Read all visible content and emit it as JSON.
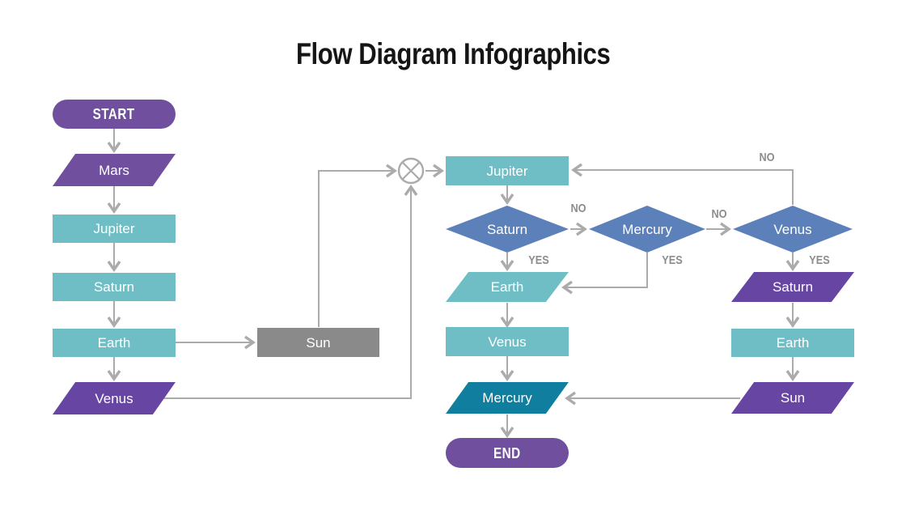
{
  "title": "Flow Diagram Infographics",
  "colors": {
    "purple": "#6F4F9E",
    "purple_deep": "#6746A3",
    "teal": "#6FBEC5",
    "slate": "#5C80BA",
    "darkteal": "#107E9E",
    "gray": "#8A8A8A",
    "line": "#ABABAB",
    "edge_label_text": "#8D8D8D",
    "title_text": "#151515",
    "node_text": "#FFFFFF"
  },
  "nodes": {
    "start": {
      "label": "START",
      "shape": "pill"
    },
    "mars": {
      "label": "Mars",
      "shape": "parallelogram"
    },
    "jupiter_left": {
      "label": "Jupiter",
      "shape": "rect"
    },
    "saturn_left": {
      "label": "Saturn",
      "shape": "rect"
    },
    "earth_left": {
      "label": "Earth",
      "shape": "rect"
    },
    "venus_left": {
      "label": "Venus",
      "shape": "parallelogram"
    },
    "sun_process": {
      "label": "Sun",
      "shape": "rect"
    },
    "jupiter_main": {
      "label": "Jupiter",
      "shape": "rect"
    },
    "saturn_decision": {
      "label": "Saturn",
      "shape": "diamond"
    },
    "mercury_decision": {
      "label": "Mercury",
      "shape": "diamond"
    },
    "venus_decision": {
      "label": "Venus",
      "shape": "diamond"
    },
    "earth_io_mid": {
      "label": "Earth",
      "shape": "parallelogram"
    },
    "venus_mid": {
      "label": "Venus",
      "shape": "rect"
    },
    "mercury_io": {
      "label": "Mercury",
      "shape": "parallelogram"
    },
    "end": {
      "label": "END",
      "shape": "pill"
    },
    "saturn_io_right": {
      "label": "Saturn",
      "shape": "parallelogram"
    },
    "earth_right": {
      "label": "Earth",
      "shape": "rect"
    },
    "sun_io_right": {
      "label": "Sun",
      "shape": "parallelogram"
    }
  },
  "edge_labels": [
    {
      "id": "no-saturn-to-mercury",
      "text": "NO"
    },
    {
      "id": "no-mercury-to-venus",
      "text": "NO"
    },
    {
      "id": "no-venus-to-jupiter",
      "text": "NO"
    },
    {
      "id": "yes-saturn-to-earth",
      "text": "YES"
    },
    {
      "id": "yes-mercury-to-earth",
      "text": "YES"
    },
    {
      "id": "yes-venus-to-saturn",
      "text": "YES"
    }
  ],
  "connector": {
    "type": "summing-junction-circle-x"
  }
}
